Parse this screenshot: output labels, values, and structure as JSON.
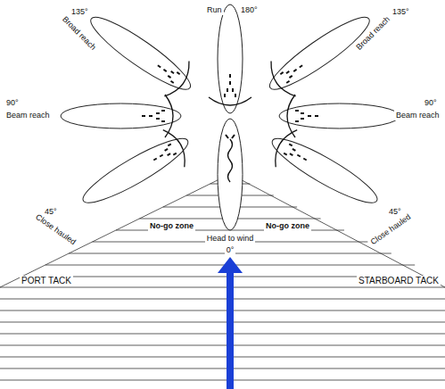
{
  "diagram": {
    "labels": [
      "Run",
      "180°",
      "135°",
      "Broad reach",
      "135°",
      "Broad reach",
      "90°",
      "Beam reach",
      "90°",
      "Beam reach",
      "45°",
      "Close hauled",
      "45°",
      "Close hauled",
      "No-go zone",
      "No-go zone",
      "Head to wind",
      "0°",
      "PORT TACK",
      "STARBOARD TACK"
    ]
  }
}
